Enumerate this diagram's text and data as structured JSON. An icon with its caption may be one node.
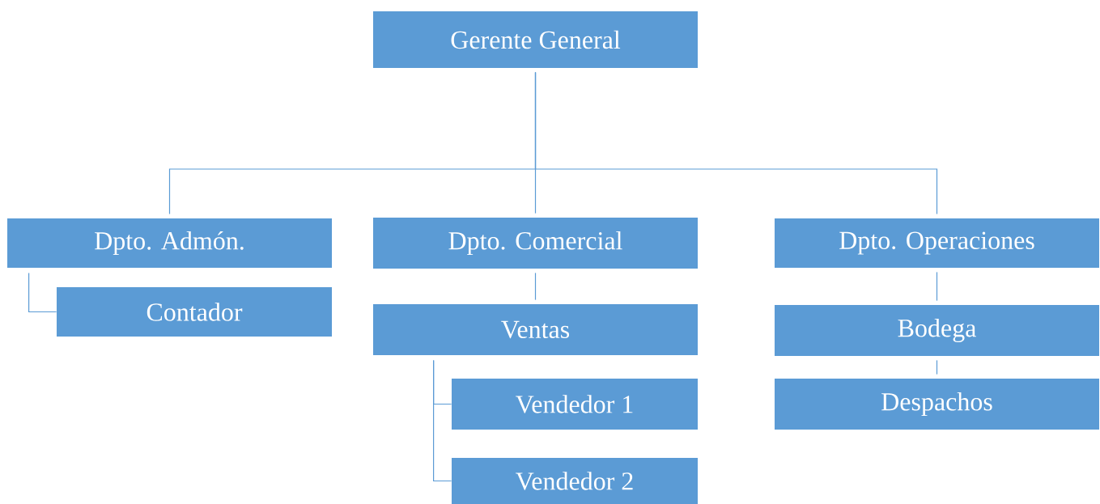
{
  "diagram": {
    "nodes": [
      {
        "text": [
          "Gerente General"
        ]
      },
      {
        "text": [
          "Dpto. Admón."
        ]
      },
      {
        "text": [
          "Contador"
        ]
      },
      {
        "text": [
          "Dpto. Comercial"
        ]
      },
      {
        "text": [
          "Ventas"
        ]
      },
      {
        "text": [
          "Vendedor 1"
        ]
      },
      {
        "text": [
          "Vendedor 2"
        ]
      },
      {
        "text": [
          "Dpto. Operaciones"
        ]
      },
      {
        "text": [
          "Bodega"
        ]
      },
      {
        "text": [
          "Despachos"
        ]
      }
    ],
    "edges": [
      {
        "from": 0,
        "to": 1,
        "arrow": "none"
      },
      {
        "from": 0,
        "to": 3,
        "arrow": "none"
      },
      {
        "from": 0,
        "to": 7,
        "arrow": "none"
      },
      {
        "from": 1,
        "to": 2,
        "arrow": "none"
      },
      {
        "from": 3,
        "to": 4,
        "arrow": "none"
      },
      {
        "from": 4,
        "to": 5,
        "arrow": "none"
      },
      {
        "from": 4,
        "to": 6,
        "arrow": "none"
      },
      {
        "from": 7,
        "to": 8,
        "arrow": "none"
      },
      {
        "from": 8,
        "to": 9,
        "arrow": "none"
      }
    ]
  }
}
